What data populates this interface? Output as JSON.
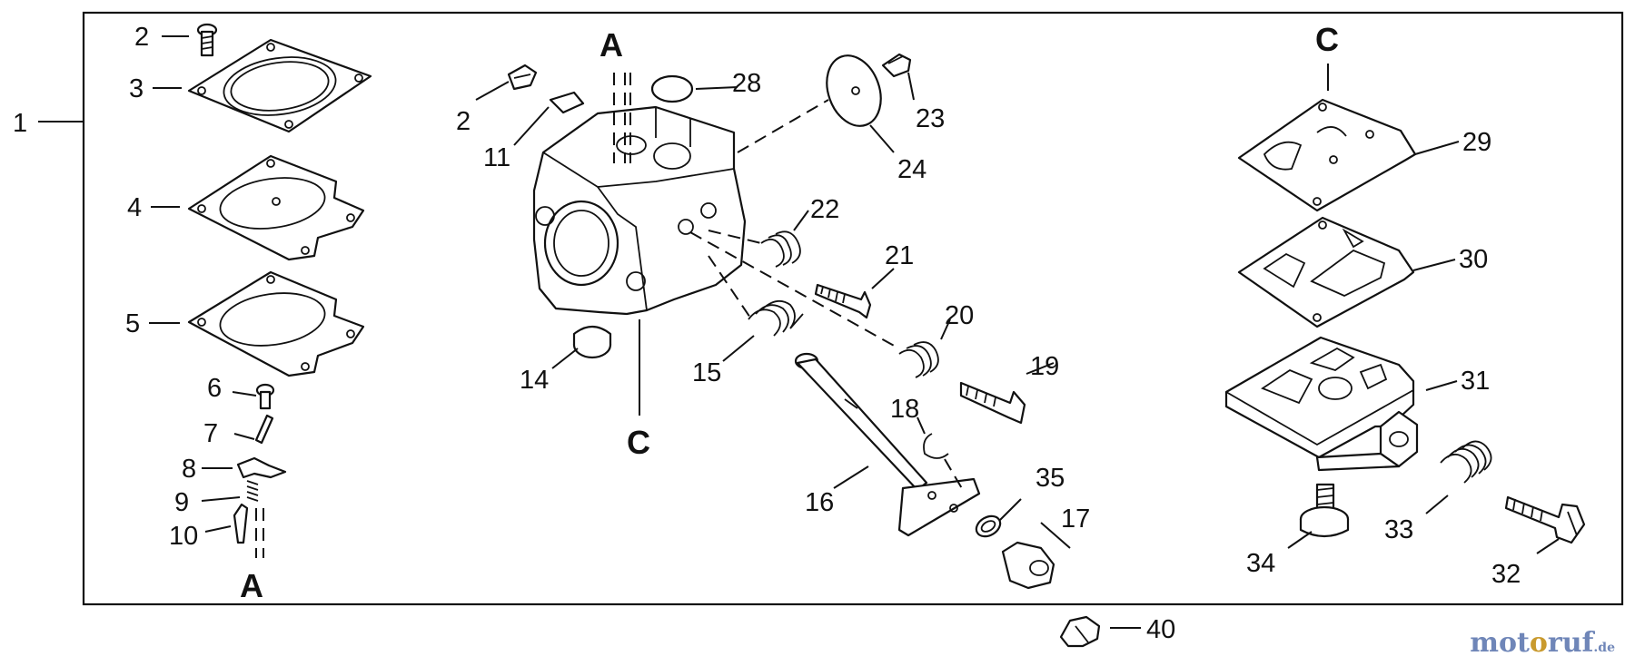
{
  "labels": {
    "l1": "1",
    "l2a": "2",
    "l2b": "2",
    "l3": "3",
    "l4": "4",
    "l5": "5",
    "l6": "6",
    "l7": "7",
    "l8": "8",
    "l9": "9",
    "l10": "10",
    "l11": "11",
    "l14": "14",
    "l15": "15",
    "l16": "16",
    "l17": "17",
    "l18": "18",
    "l19": "19",
    "l20": "20",
    "l21": "21",
    "l22": "22",
    "l23": "23",
    "l24": "24",
    "l28": "28",
    "l29": "29",
    "l30": "30",
    "l31": "31",
    "l32": "32",
    "l33": "33",
    "l34": "34",
    "l35": "35",
    "l40": "40"
  },
  "section_markers": {
    "a_top": "A",
    "a_bottom": "A",
    "c_body": "C",
    "c_right": "C"
  },
  "watermark": {
    "part1": "mot",
    "part2": "o",
    "part3": "ruf",
    "tld": ".de"
  }
}
